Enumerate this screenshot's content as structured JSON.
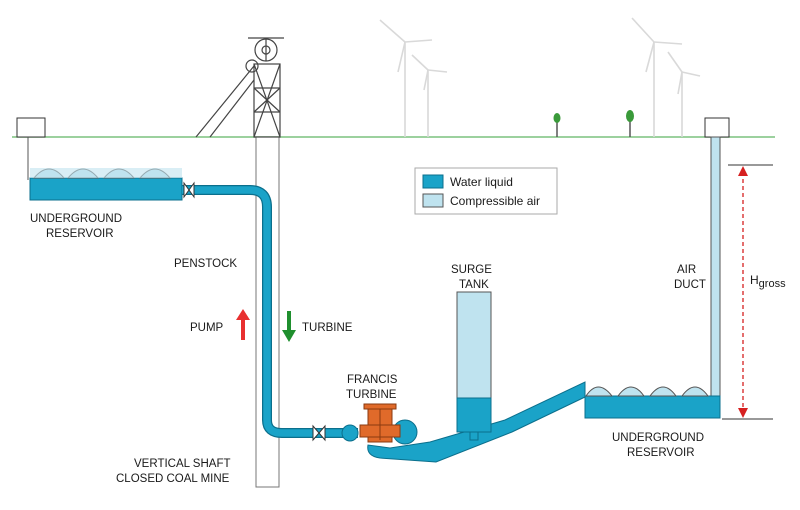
{
  "legend": {
    "water": "Water liquid",
    "air": "Compressible air"
  },
  "labels": {
    "upper_reservoir": [
      "UNDERGROUND",
      "RESERVOIR"
    ],
    "penstock": "PENSTOCK",
    "pump": "PUMP",
    "turbine": "TURBINE",
    "shaft": [
      "VERTICAL SHAFT",
      "CLOSED COAL MINE"
    ],
    "francis": [
      "FRANCIS",
      "TURBINE"
    ],
    "surge": [
      "SURGE",
      "TANK"
    ],
    "air_duct": [
      "AIR",
      "DUCT"
    ],
    "h_main": "H",
    "h_sub": "gross",
    "lower_reservoir": [
      "UNDERGROUND",
      "RESERVOIR"
    ]
  },
  "colors": {
    "water": "#1aa3c8",
    "air": "#bfe3ef",
    "pipe_stroke": "#0b6f8c",
    "ground": "#6fbf73",
    "pump_arrow": "#e83030",
    "turbine_arrow": "#1f8f2e",
    "h_arrow": "#d62020",
    "turbine_body": "#e06a2a"
  }
}
